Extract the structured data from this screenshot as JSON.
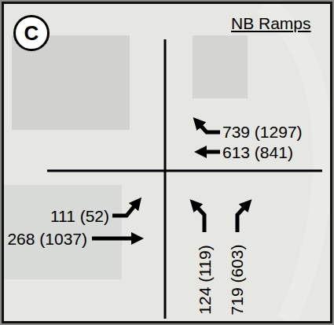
{
  "diagram": {
    "title": "NB Ramps",
    "nodes": [
      {
        "text": [
          "C"
        ]
      }
    ],
    "labels": [
      "739 (1297)",
      "613 (841)",
      "111 (52)",
      "268 (1037)",
      "124 (119)",
      "719 (603)"
    ]
  }
}
